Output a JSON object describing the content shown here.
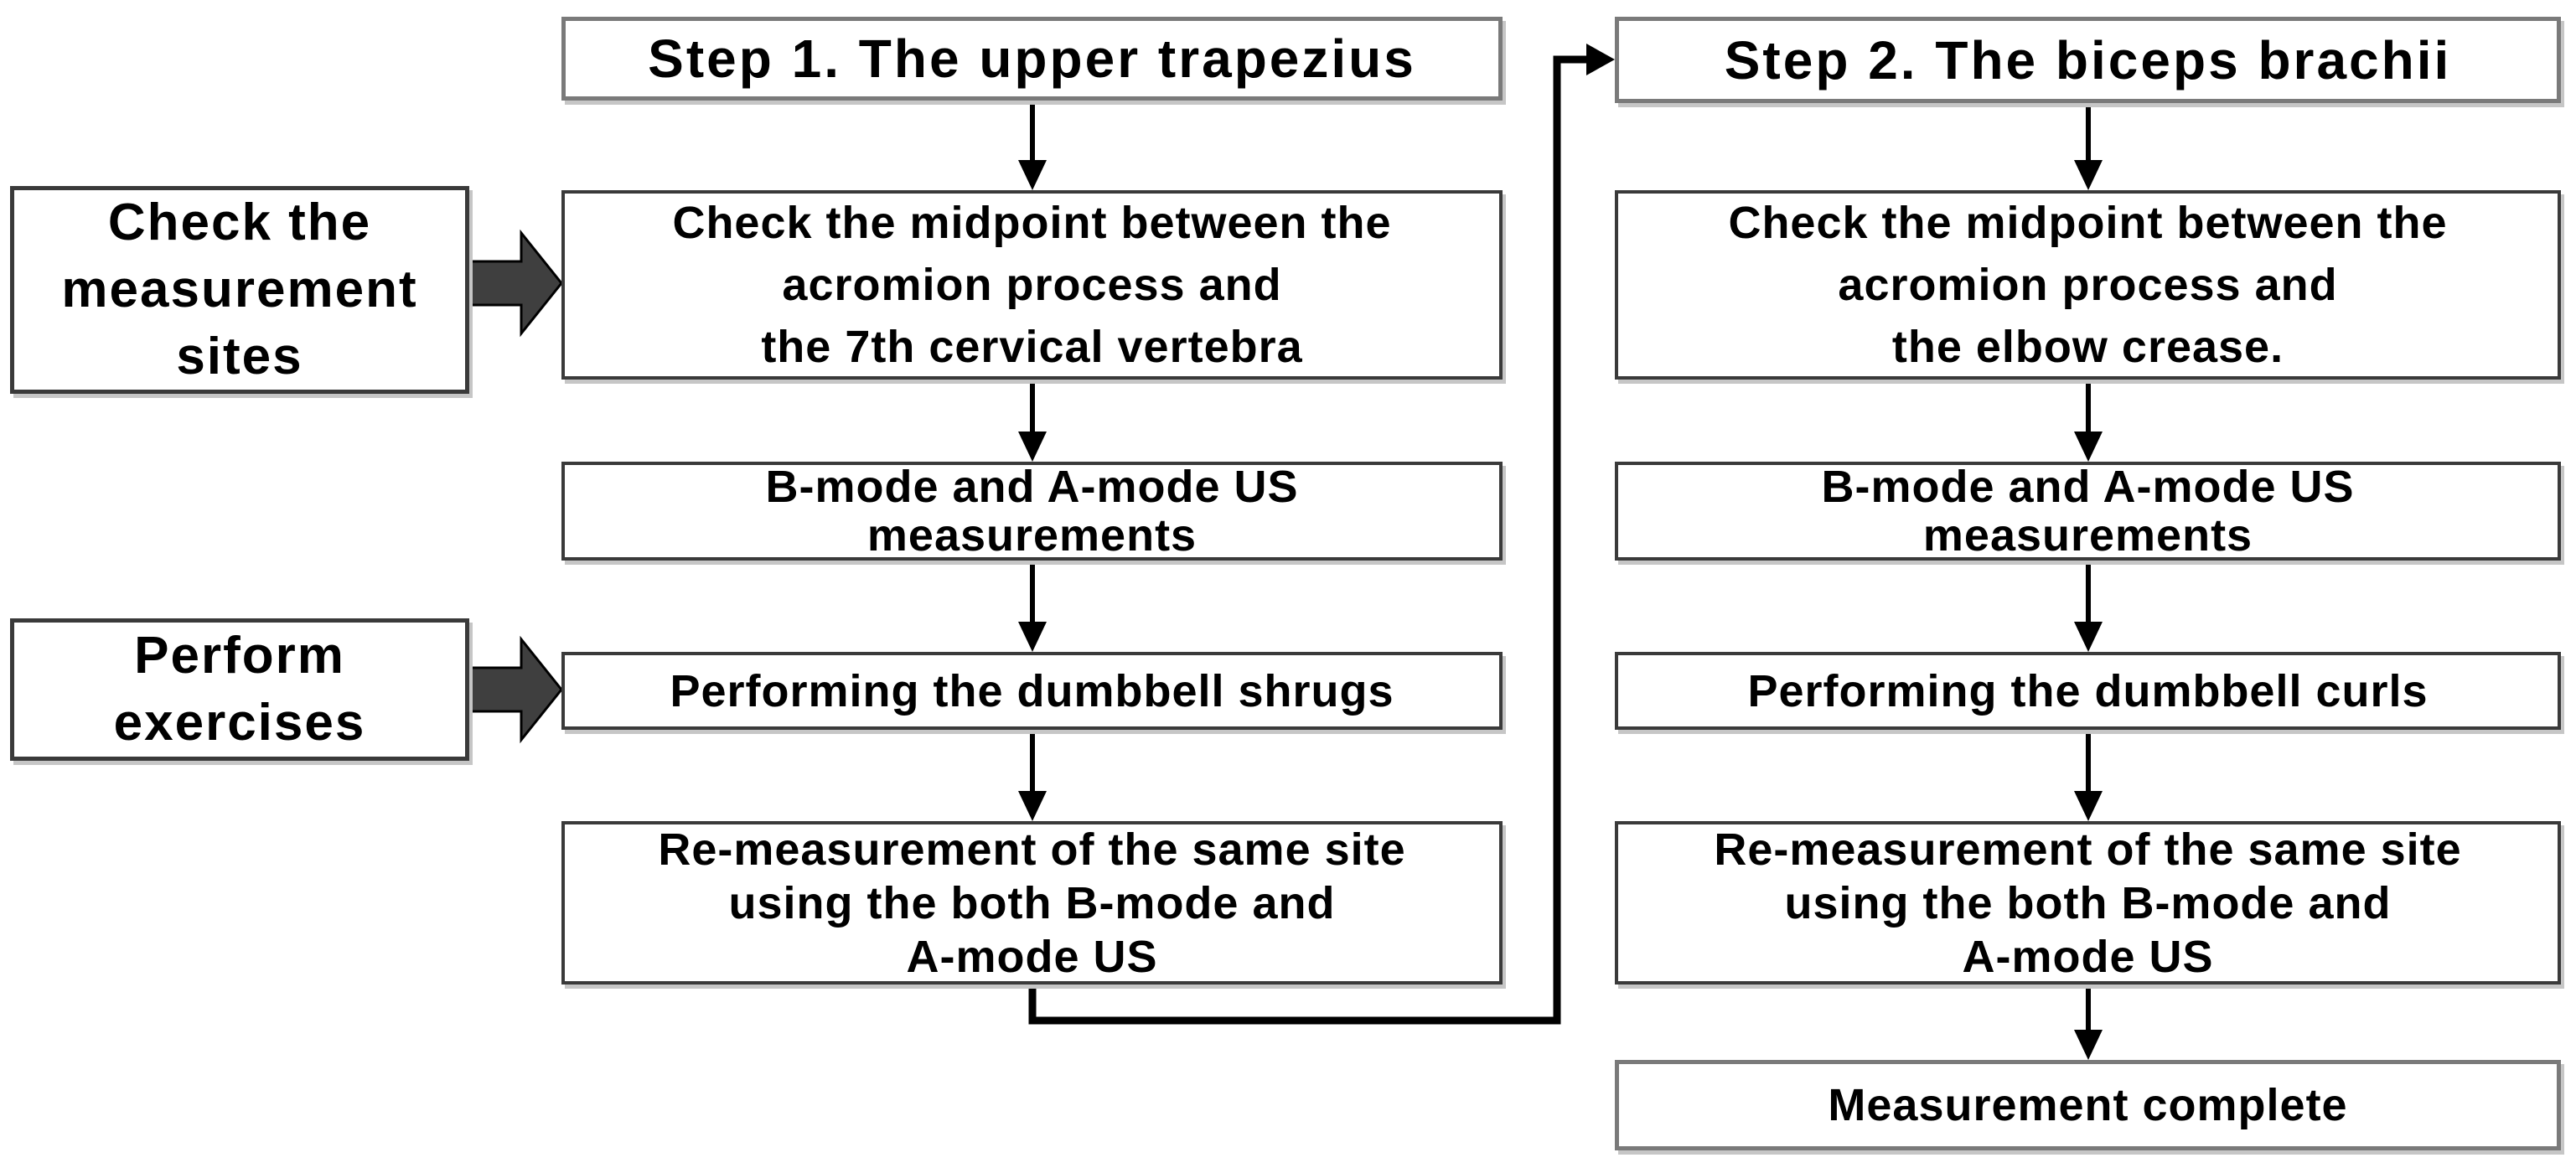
{
  "flow": {
    "side_labels": [
      {
        "text": "Check the\nmeasurement\nsites"
      },
      {
        "text": "Perform\nexercises"
      }
    ],
    "step1": {
      "header": "Step 1. The upper trapezius",
      "boxes": [
        {
          "text": "Check the midpoint between the\nacromion process and\nthe 7th cervical vertebra"
        },
        {
          "text": "B-mode and A-mode US\nmeasurements"
        },
        {
          "text": "Performing the dumbbell shrugs"
        },
        {
          "text": "Re-measurement of the same site\nusing the both B-mode and\nA-mode US"
        }
      ]
    },
    "step2": {
      "header": "Step 2. The biceps brachii",
      "boxes": [
        {
          "text": "Check the midpoint between the\nacromion process and\nthe elbow crease."
        },
        {
          "text": "B-mode and A-mode US\nmeasurements"
        },
        {
          "text": "Performing the dumbbell curls"
        },
        {
          "text": "Re-measurement of the same site\nusing the both B-mode and\nA-mode US"
        },
        {
          "text": "Measurement complete"
        }
      ]
    },
    "colors": {
      "background": "#ffffff",
      "box_fill": "#ffffff",
      "header_border": "#7a7a7a",
      "process_border": "#3a3a3a",
      "connector": "#000000",
      "block_arrow_fill": "#3f3f3f",
      "block_arrow_outline": "#000000",
      "text": "#000000"
    }
  }
}
